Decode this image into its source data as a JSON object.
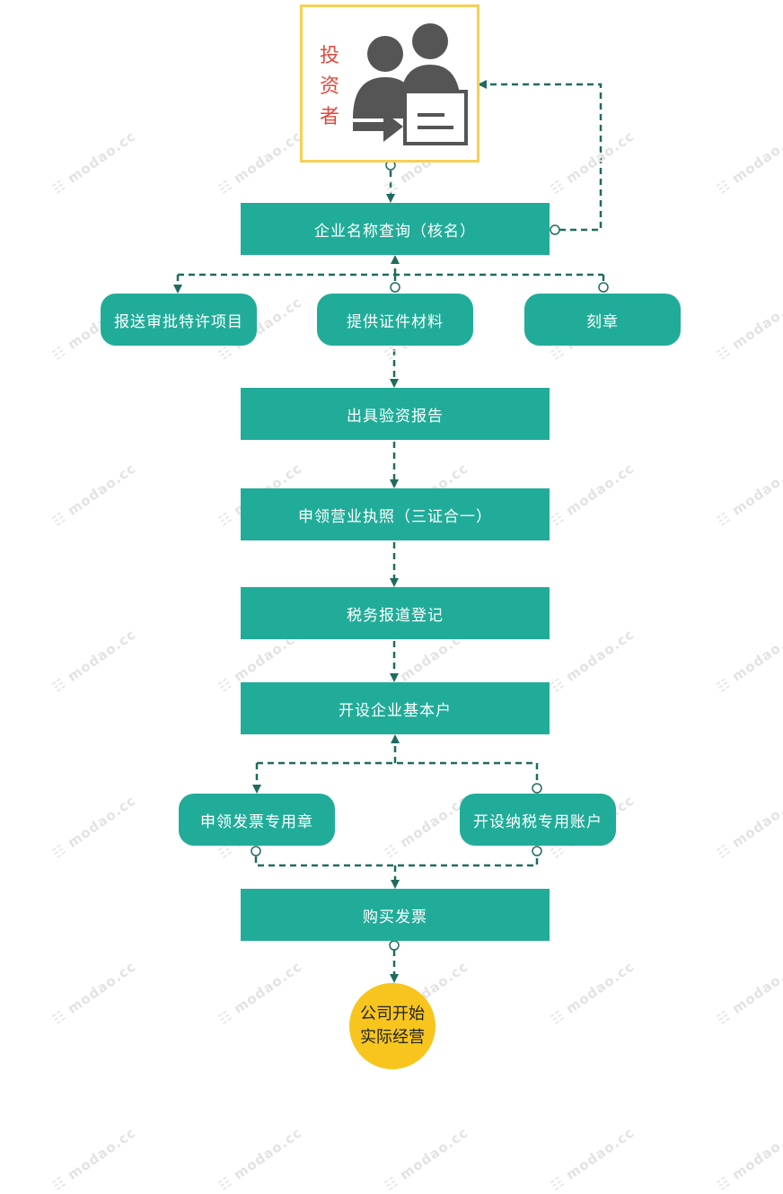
{
  "watermark": "modao.cc",
  "investor": {
    "chars": [
      "投",
      "资",
      "者"
    ]
  },
  "steps": {
    "name_check": "企业名称查询（核名）",
    "approval": "报送审批特许项目",
    "materials": "提供证件材料",
    "seal": "刻章",
    "capital_report": "出具验资报告",
    "license": "申领营业执照（三证合一）",
    "tax_register": "税务报道登记",
    "basic_account": "开设企业基本户",
    "invoice_seal": "申领发票专用章",
    "tax_account": "开设纳税专用账户",
    "buy_invoice": "购买发票",
    "start_line1": "公司开始",
    "start_line2": "实际经营"
  },
  "colors": {
    "teal": "#21ac99",
    "connector": "#1f6b5f",
    "investor_border": "#f7cf53",
    "investor_text": "#e0473d",
    "start_fill": "#f7c51e",
    "icon_gray": "#555555"
  }
}
